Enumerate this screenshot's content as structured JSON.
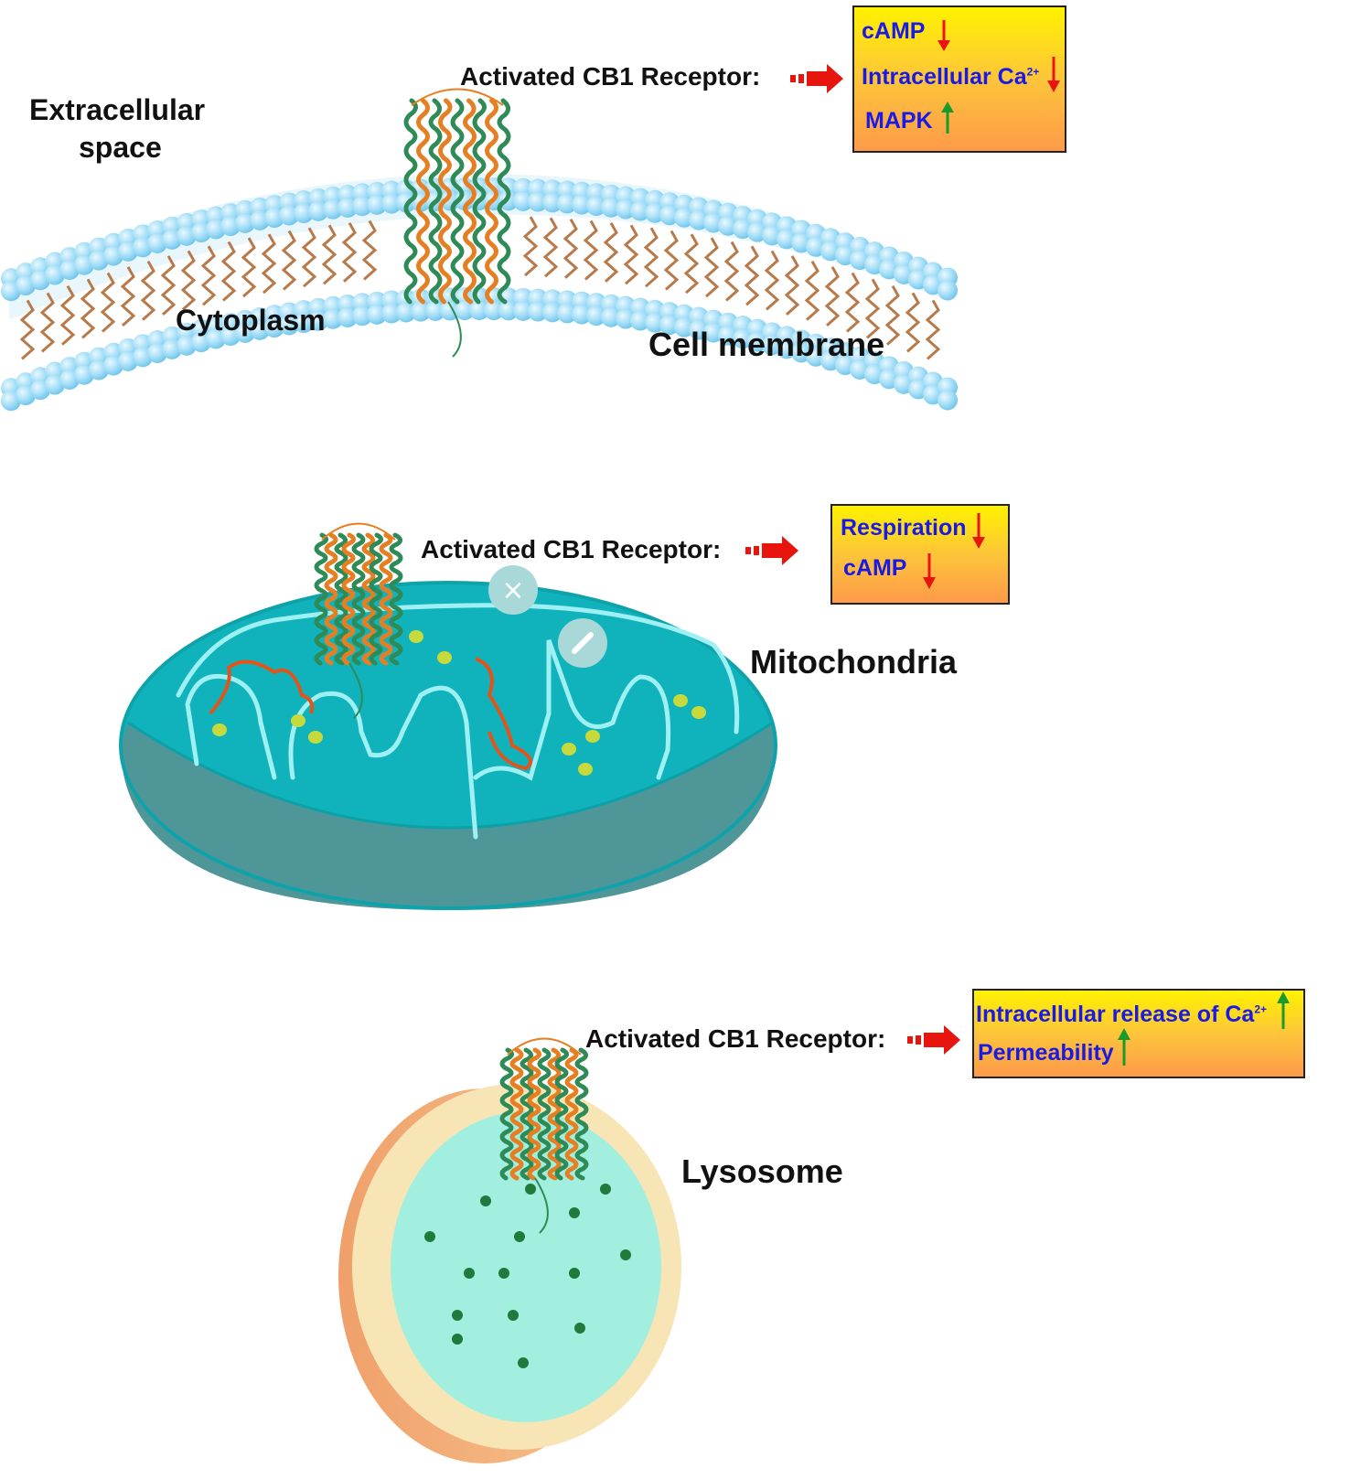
{
  "colors": {
    "membrane_head": "#8fd8f5",
    "lipid_tail": "#b87a4a",
    "receptor_green": "#2e8b57",
    "receptor_orange": "#e67e22",
    "mito_outer": "#4f9699",
    "mito_inner": "#10b6be",
    "mito_crista": "#9ff0f2",
    "lysosome_outer": "#f2a46f",
    "lysosome_rim": "#f7e2b2",
    "lysosome_lumen": "#9ff0e0",
    "effect_text": "#1a1ae6",
    "down_arrow": "#e8150f",
    "up_arrow": "#1a9a2a",
    "pointer_arrow": "#e8150f"
  },
  "membrane": {
    "extracellular_label_line1": "Extracellular",
    "extracellular_label_line2": "space",
    "cytoplasm_label": "Cytoplasm",
    "membrane_label": "Cell membrane",
    "receptor_label": "Activated CB1 Receptor:",
    "effects": [
      {
        "text": "cAMP",
        "sup": "",
        "direction": "down"
      },
      {
        "text": "Intracellular Ca",
        "sup": "2+",
        "direction": "down"
      },
      {
        "text": "MAPK",
        "sup": "",
        "direction": "up"
      }
    ]
  },
  "mitochondria": {
    "label": "Mitochondria",
    "receptor_label": "Activated CB1 Receptor:",
    "effects": [
      {
        "text": "Respiration",
        "sup": "",
        "direction": "down"
      },
      {
        "text": "cAMP",
        "sup": "",
        "direction": "down"
      }
    ]
  },
  "lysosome": {
    "label": "Lysosome",
    "receptor_label": "Activated CB1 Receptor:",
    "effects": [
      {
        "text": "Intracellular release of Ca",
        "sup": "2+",
        "direction": "up"
      },
      {
        "text": "Permeability",
        "sup": "",
        "direction": "up"
      }
    ]
  }
}
